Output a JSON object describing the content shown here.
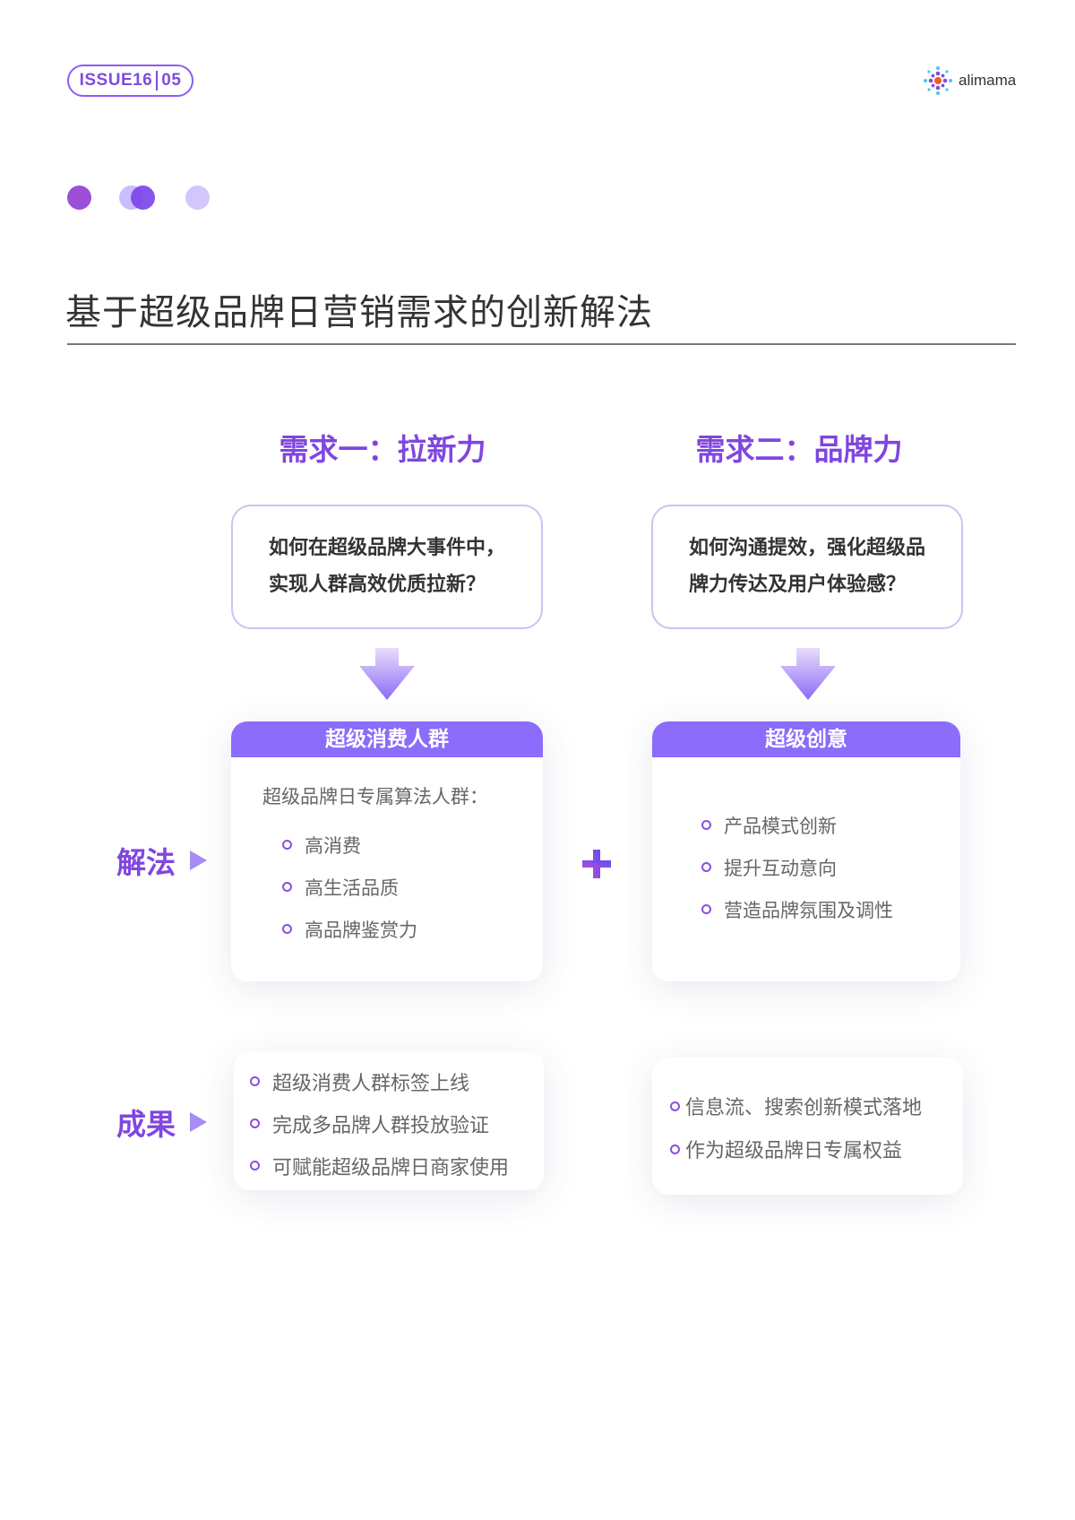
{
  "header": {
    "issue_label": "ISSUE16",
    "page_number": "05",
    "brand_name": "alimama"
  },
  "decor": {
    "dot_colors": [
      "#9b4fd9",
      "#cbbcfd",
      "#7c45ec",
      "#d3c6fd"
    ]
  },
  "title": "基于超级品牌日营销需求的创新解法",
  "columns": [
    {
      "heading": "需求一：拉新力",
      "question": [
        "如何在超级品牌大事件中，",
        "实现人群高效优质拉新？"
      ],
      "solution": {
        "title": "超级消费人群",
        "intro": "超级品牌日专属算法人群：",
        "items": [
          "高消费",
          "高生活品质",
          "高品牌鉴赏力"
        ]
      },
      "results": [
        "超级消费人群标签上线",
        "完成多品牌人群投放验证",
        "可赋能超级品牌日商家使用"
      ]
    },
    {
      "heading": "需求二：品牌力",
      "question": [
        "如何沟通提效，强化超级品",
        "牌力传达及用户体验感？"
      ],
      "solution": {
        "title": "超级创意",
        "items": [
          "产品模式创新",
          "提升互动意向",
          "营造品牌氛围及调性"
        ]
      },
      "results": [
        "信息流、搜索创新模式落地",
        "作为超级品牌日专属权益"
      ]
    }
  ],
  "row_labels": {
    "solution": "解法",
    "results": "成果"
  },
  "colors": {
    "accent": "#8046e0",
    "card_header": "#8b6cfb",
    "question_border": "#cfc2f5"
  }
}
